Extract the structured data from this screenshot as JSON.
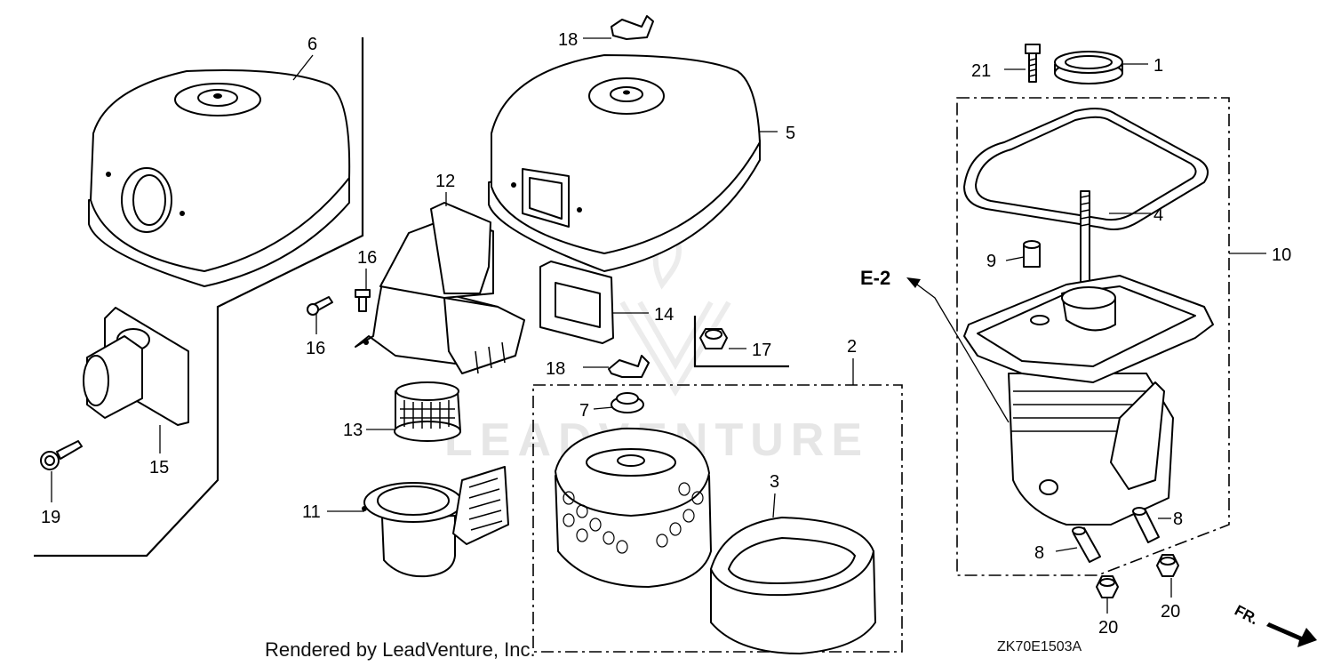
{
  "diagram": {
    "watermark": "LEADVENTURE",
    "footer_text": "Rendered by LeadVenture, Inc.",
    "diagram_code": "ZK70E1503A",
    "section_ref": "E-2",
    "front_marker": "FR.",
    "callouts": {
      "c1": "1",
      "c2": "2",
      "c3": "3",
      "c4": "4",
      "c5": "5",
      "c6": "6",
      "c7": "7",
      "c8a": "8",
      "c8b": "8",
      "c9": "9",
      "c10": "10",
      "c11": "11",
      "c12": "12",
      "c13": "13",
      "c14": "14",
      "c15": "15",
      "c16a": "16",
      "c16b": "16",
      "c17": "17",
      "c18a": "18",
      "c18b": "18",
      "c19": "19",
      "c20a": "20",
      "c20b": "20",
      "c21": "21"
    }
  }
}
